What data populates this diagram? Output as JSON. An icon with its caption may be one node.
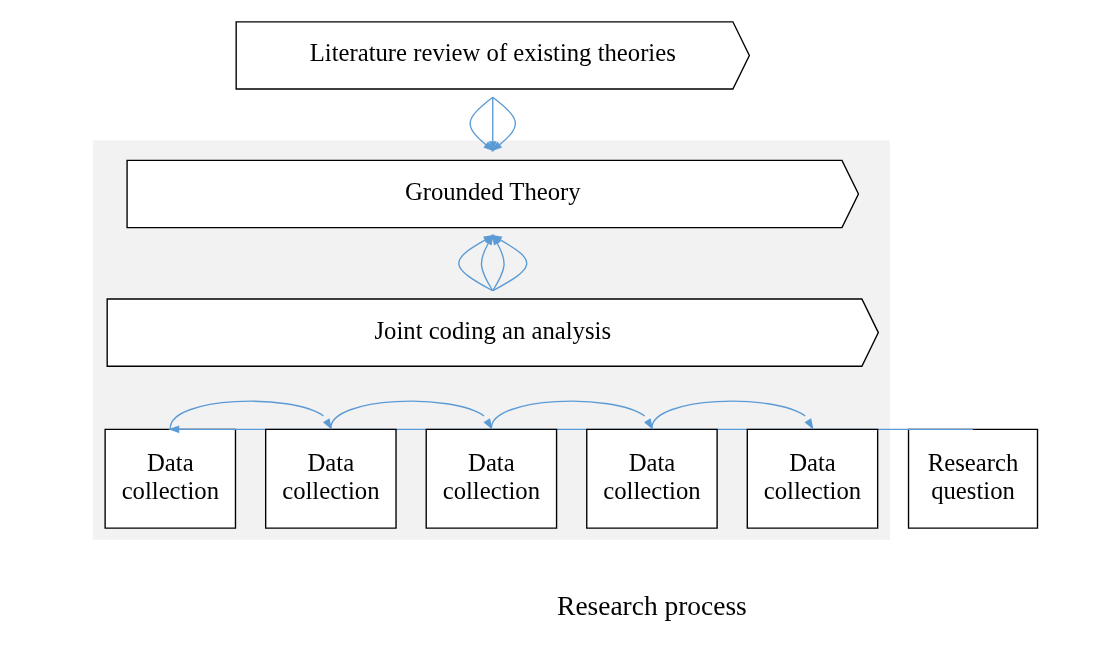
{
  "diagram": {
    "nodes": [
      {
        "text": [
          "Literature review of existing theories"
        ]
      },
      {
        "text": [],
        "shape": "box"
      },
      {
        "text": [
          "Grounded Theory"
        ],
        "in": 1
      },
      {
        "text": [
          "Joint coding an analysis"
        ],
        "in": 1
      },
      {
        "text": [
          "Research question"
        ]
      },
      {
        "text": [
          "Data collection"
        ],
        "in": 1
      },
      {
        "text": [
          "Data collection"
        ],
        "in": 1
      },
      {
        "text": [
          "Data collection"
        ],
        "in": 1
      },
      {
        "text": [
          "Data collection"
        ],
        "in": 1
      },
      {
        "text": [
          "Data collection"
        ],
        "in": 1
      }
    ],
    "edges": [
      {
        "from": 0,
        "to": 2,
        "arrow": "to"
      },
      {
        "from": 0,
        "to": 2,
        "arrow": "to"
      },
      {
        "from": 0,
        "to": 2,
        "arrow": "to"
      },
      {
        "from": 3,
        "to": 2,
        "arrow": "to"
      },
      {
        "from": 3,
        "to": 2,
        "arrow": "to"
      },
      {
        "from": 3,
        "to": 2,
        "arrow": "to"
      },
      {
        "from": 3,
        "to": 2,
        "arrow": "to"
      },
      {
        "from": 4,
        "to": 5,
        "arrow": "to"
      },
      {
        "from": 5,
        "to": 6,
        "arrow": "to"
      },
      {
        "from": 6,
        "to": 7,
        "arrow": "to"
      },
      {
        "from": 7,
        "to": 8,
        "arrow": "to"
      },
      {
        "from": 8,
        "to": 9,
        "arrow": "to"
      }
    ],
    "labels": [
      "Research process"
    ]
  }
}
